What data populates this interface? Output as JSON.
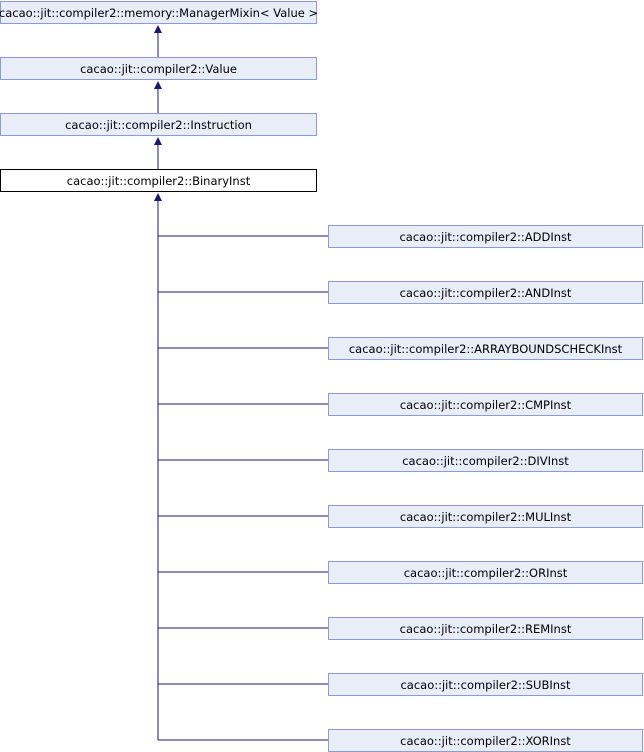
{
  "ancestors": [
    {
      "label": "cacao::jit::compiler2::memory::ManagerMixin< Value >"
    },
    {
      "label": "cacao::jit::compiler2::Value"
    },
    {
      "label": "cacao::jit::compiler2::Instruction"
    }
  ],
  "current": {
    "label": "cacao::jit::compiler2::BinaryInst"
  },
  "subclasses": [
    {
      "label": "cacao::jit::compiler2::ADDInst"
    },
    {
      "label": "cacao::jit::compiler2::ANDInst"
    },
    {
      "label": "cacao::jit::compiler2::ARRAYBOUNDSCHECKInst"
    },
    {
      "label": "cacao::jit::compiler2::CMPInst"
    },
    {
      "label": "cacao::jit::compiler2::DIVInst"
    },
    {
      "label": "cacao::jit::compiler2::MULInst"
    },
    {
      "label": "cacao::jit::compiler2::ORInst"
    },
    {
      "label": "cacao::jit::compiler2::REMInst"
    },
    {
      "label": "cacao::jit::compiler2::SUBInst"
    },
    {
      "label": "cacao::jit::compiler2::XORInst"
    }
  ],
  "colors": {
    "node_fill": "#e8edf7",
    "node_border": "#8b9bd5",
    "current_border": "#000000",
    "edge": "#191970"
  }
}
